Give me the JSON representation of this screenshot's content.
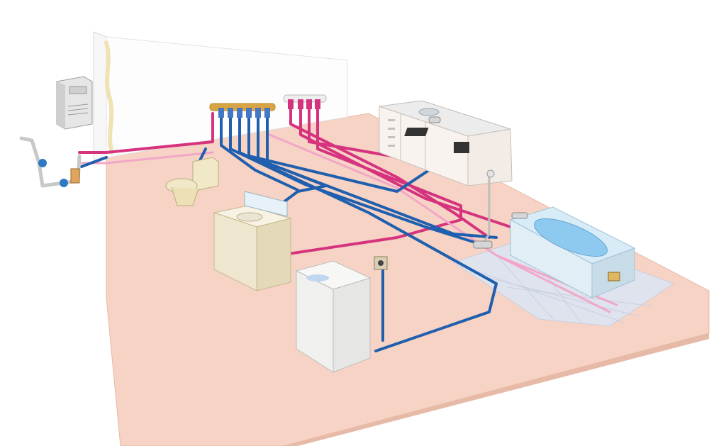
{
  "colors": {
    "background": "#ffffff",
    "floor": "#f6d3c4",
    "floor_edge": "#e7b9a7",
    "wall": "#ffffff",
    "hot_pipe": "#d6337f",
    "hot_pipe_light": "#f2a6c8",
    "cold_pipe": "#1f5fae",
    "header_gold": "#d9a441",
    "tile": "#dfe3ee",
    "bath_water": "#8ec9ef",
    "appliance": "#f4f4f2",
    "cabinet": "#efe6cf"
  },
  "fixtures": {
    "water_heater": "water-heater",
    "meter": "water-meter",
    "header": "manifold-header",
    "kitchen": "kitchen-counter",
    "toilet": "toilet",
    "washbasin": "washbasin-vanity",
    "washer": "washing-machine",
    "faucet_box": "washer-faucet-box",
    "bathtub": "bathtub",
    "shower": "shower-head"
  }
}
